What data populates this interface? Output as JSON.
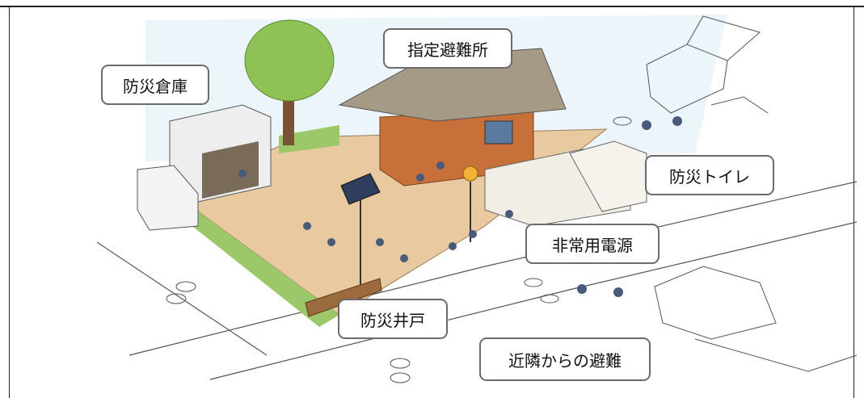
{
  "labels": {
    "storage": "防災倉庫",
    "shelter": "指定避難所",
    "toilet": "防災トイレ",
    "power": "非常用電源",
    "well": "防災井戸",
    "evacuation": "近隣からの避難"
  },
  "colors": {
    "frame": "#222222",
    "callout_border": "#6b6b6b",
    "ground": "#e8c9a0",
    "grass": "#9cc86a",
    "roof": "#a59a86",
    "wall": "#c8703a"
  }
}
